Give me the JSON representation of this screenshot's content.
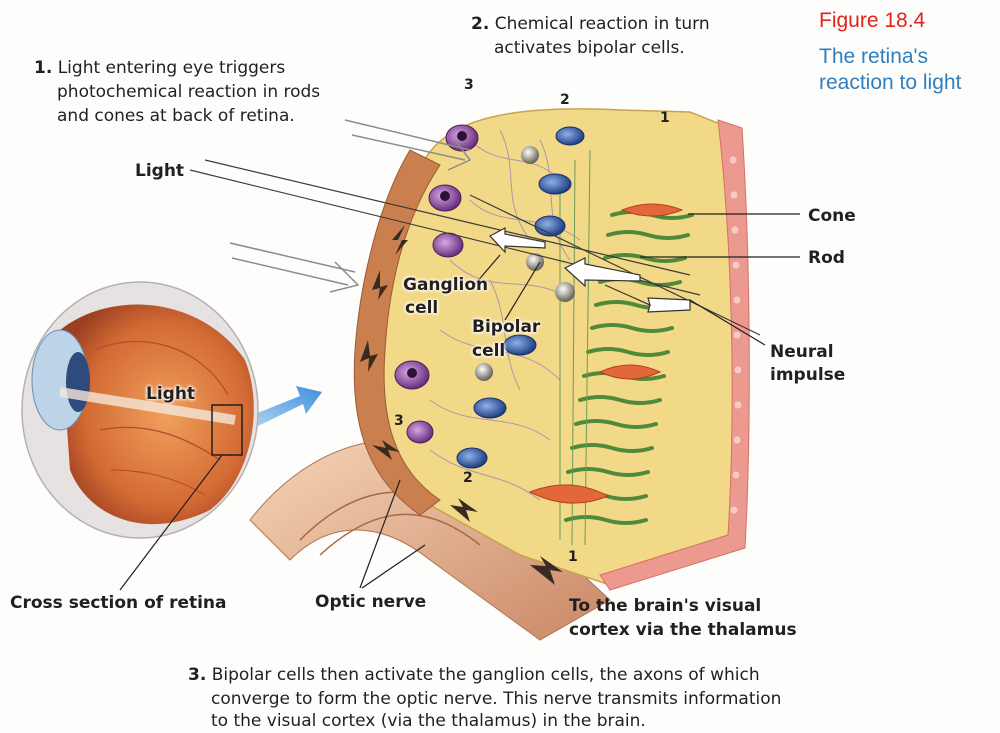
{
  "figure": {
    "title": "Figure 18.4",
    "subtitle": "The retina's reaction to light"
  },
  "steps": [
    {
      "number": "1.",
      "lines": [
        "Light entering eye triggers",
        "photochemical reaction in rods",
        "and cones at back of retina."
      ]
    },
    {
      "number": "2.",
      "lines": [
        "Chemical reaction in turn",
        "activates bipolar cells."
      ]
    },
    {
      "number": "3.",
      "lines": [
        "Bipolar cells then activate the ganglion cells, the axons of which",
        "converge to form the optic nerve. This nerve transmits information",
        "to the visual cortex (via the thalamus) in the brain."
      ]
    }
  ],
  "labels": {
    "light_top": "Light",
    "light_eye": "Light",
    "cone": "Cone",
    "rod": "Rod",
    "neural_impulse": [
      "Neural",
      "impulse"
    ],
    "ganglion_cell": [
      "Ganglion",
      "cell"
    ],
    "bipolar_cell": [
      "Bipolar",
      "cell"
    ],
    "cross_section": "Cross section of retina",
    "optic_nerve": "Optic nerve",
    "brain": [
      "To the brain's visual",
      "cortex via the thalamus"
    ]
  },
  "layer_numbers": {
    "top": [
      "3",
      "2",
      "1"
    ],
    "bottom": [
      "3",
      "2",
      "1"
    ]
  },
  "colors": {
    "figure_title": "#e2231a",
    "figure_subtitle": "#2f7fc1",
    "tissue": "#f3d98a",
    "membrane": "#e88f86",
    "ganglion": "#8a4a9b",
    "bipolar": "#2e5aa8",
    "cone": "#e2673a",
    "rod": "#4e8a3a"
  }
}
